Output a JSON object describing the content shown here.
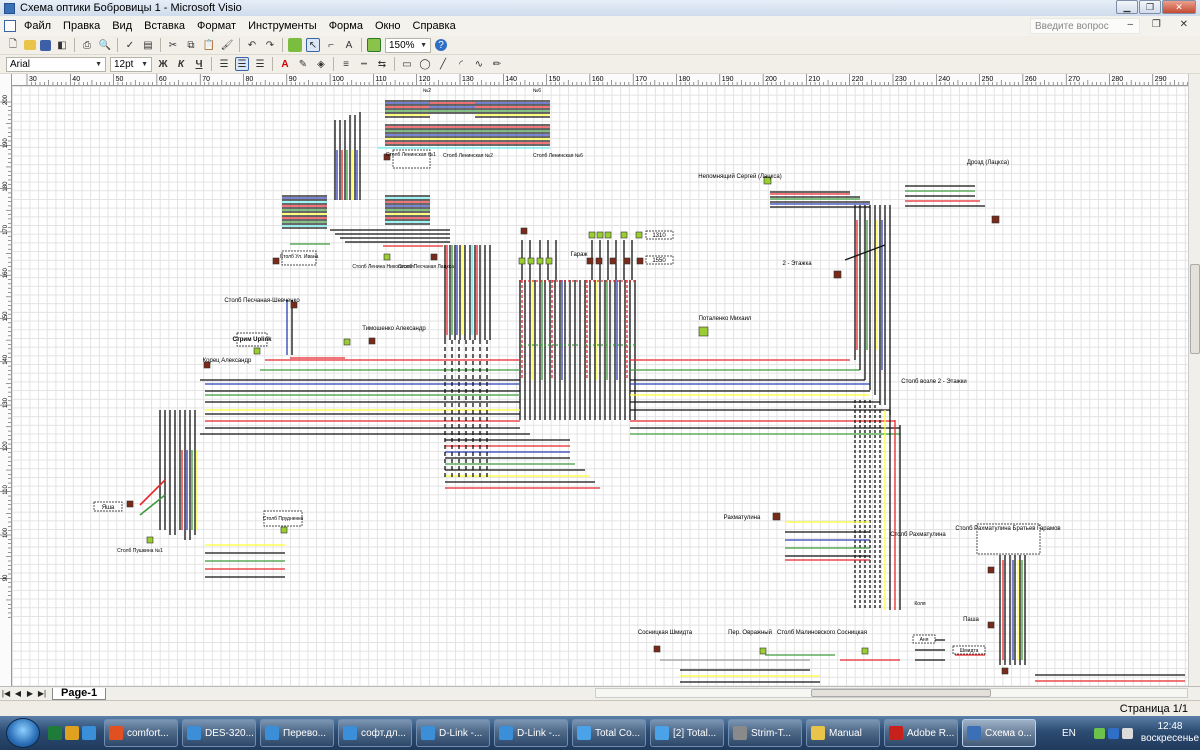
{
  "window": {
    "title": "Схема оптики Бобровицы 1 - Microsoft Visio"
  },
  "menubar": {
    "items": [
      "Файл",
      "Правка",
      "Вид",
      "Вставка",
      "Формат",
      "Инструменты",
      "Форма",
      "Окно",
      "Справка"
    ],
    "help_placeholder": "Введите вопрос"
  },
  "toolbar": {
    "zoom": "150%",
    "font": "Arial",
    "font_size": "12pt",
    "bold": "Ж",
    "italic": "К",
    "underline": "Ч",
    "text_tool": "A"
  },
  "ruler": {
    "top_ticks": [
      "30",
      "40",
      "50",
      "60",
      "70",
      "80",
      "90",
      "100",
      "110",
      "120",
      "130",
      "140",
      "150",
      "160",
      "170",
      "180",
      "190",
      "200",
      "210",
      "220",
      "230",
      "240",
      "250",
      "260",
      "270",
      "280",
      "290"
    ],
    "left_ticks": [
      "200",
      "190",
      "180",
      "170",
      "160",
      "150",
      "140",
      "130",
      "120",
      "110",
      "100",
      "90"
    ]
  },
  "diagram": {
    "labels": {
      "pole_lenin1": "Столб Ленинская №1",
      "pole_lenin2": "Столб Ленинская №2",
      "pole_lenin6": "Столб Ленинская №6",
      "pole_lenin_top": "№2",
      "pole_lenin_top2": "№6",
      "pole_ivanov": "Столб Ул. Ивана",
      "pole_lenin_nik": "Столб Ленина Никольская",
      "pole_pesch_lac": "Столб Песчаная Лацкса",
      "pole_pesch_shev": "Столб Песчаная-Шевченко",
      "strim_uplink": "Стрим Uplink",
      "timoshenko": "Тимошенко Александр",
      "korets": "Корец Александр",
      "yasha": "Яша",
      "pole_pushkin": "Столб Пушкина №1",
      "pole_prudnen": "Столб Прудненко",
      "garage": "Гараж",
      "w1310": "1310",
      "w1550": "1550",
      "potalenko": "Поталенко Михаил",
      "nepomnyashchiy": "Непомнящий Сергей (Лацкса)",
      "drozd": "Дрозд (Лацкса)",
      "etazhka": "2 - Этажка",
      "pole_etazhka": "Столб возле 2 - Этажки",
      "rakhmatulina": "Рахматулина",
      "pole_rakhm": "Столб Рахматулина",
      "pole_garamov": "Столб Рахматулина Братьев Гарамов",
      "sosnitskaya": "Сосницкая Шмидта",
      "per_ovrazhny": "Пер. Овражный",
      "pole_malinov": "Столб Малиновского Сосницкая",
      "pasha": "Паша",
      "kolya": "Коля",
      "anya": "Аня",
      "shmidta": "Шмидта"
    },
    "cable_colors": {
      "red": "#e8252a",
      "green": "#3c9a3c",
      "blue": "#2c3fb8",
      "yellow": "#ffff33",
      "cyan": "#66f0f0",
      "black": "#111111",
      "gray": "#999999",
      "node_green": "#9acd32",
      "node_brown": "#7a2a18"
    }
  },
  "bottombar": {
    "page_tab": "Page-1"
  },
  "statusbar": {
    "page": "Страница 1/1"
  },
  "taskbar": {
    "tasks": [
      "comfort...",
      "DES-320...",
      "Перево...",
      "софт.дл...",
      "D-Link -...",
      "D-Link -...",
      "Total Co...",
      "[2] Total...",
      "Strim-T...",
      "Manual",
      "Adobe R...",
      "Схема о..."
    ],
    "lang": "EN",
    "time": "12:48",
    "day": "воскресенье"
  }
}
